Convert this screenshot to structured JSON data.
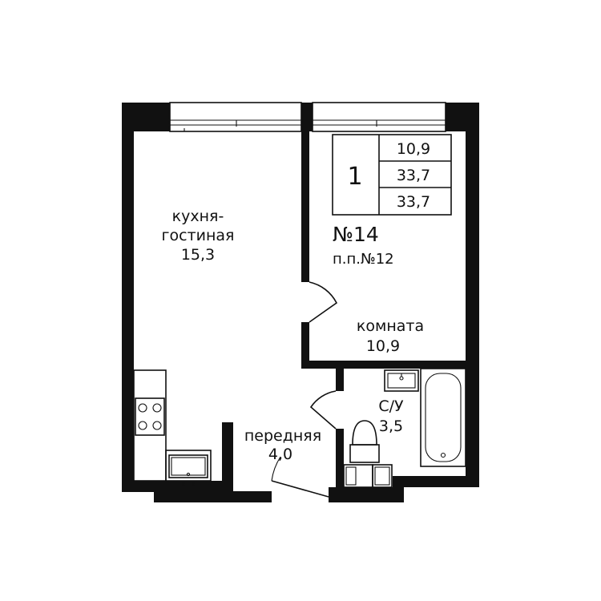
{
  "info_table": {
    "rooms": "1",
    "living_area": "10,9",
    "total_area": "33,7",
    "total_area_2": "33,7"
  },
  "apartment": {
    "number": "№14",
    "subnumber": "п.п.№12"
  },
  "rooms": {
    "kitchen": {
      "line1": "кухня-",
      "line2": "гостиная",
      "area": "15,3"
    },
    "bedroom": {
      "name": "комната",
      "area": "10,9"
    },
    "bathroom": {
      "name": "С/У",
      "area": "3,5"
    },
    "hall": {
      "name": "передняя",
      "area": "4,0"
    }
  },
  "colors": {
    "wall": "#111111",
    "background": "#ffffff"
  }
}
